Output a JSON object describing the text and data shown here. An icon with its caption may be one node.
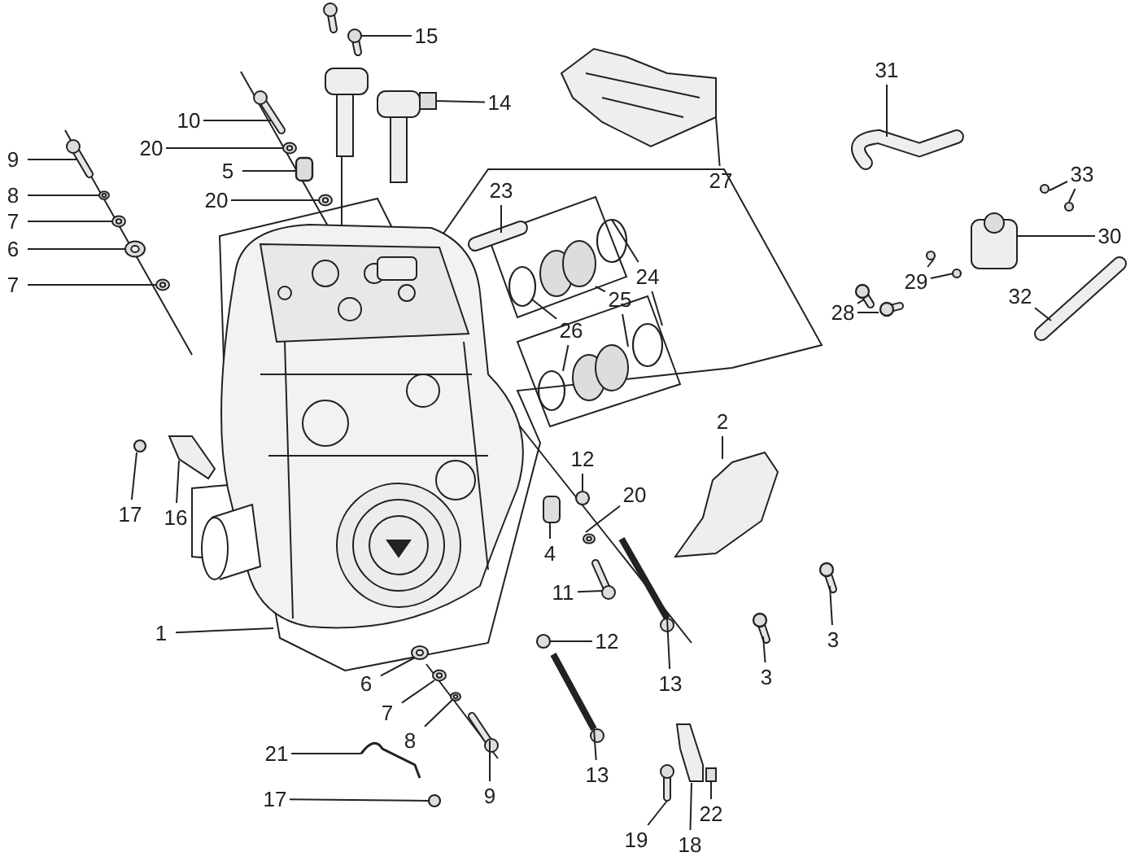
{
  "diagram": {
    "nodes": [
      {
        "text": [
          "15"
        ]
      },
      {
        "text": [
          "14"
        ]
      },
      {
        "text": [
          "10"
        ]
      },
      {
        "text": [
          "20"
        ]
      },
      {
        "text": [
          "5"
        ]
      },
      {
        "text": [
          "20"
        ]
      },
      {
        "text": [
          "9"
        ]
      },
      {
        "text": [
          "8"
        ]
      },
      {
        "text": [
          "7"
        ]
      },
      {
        "text": [
          "6"
        ]
      },
      {
        "text": [
          "7"
        ]
      },
      {
        "text": [
          "23"
        ]
      },
      {
        "text": [
          "27"
        ]
      },
      {
        "text": [
          "31"
        ]
      },
      {
        "text": [
          "33"
        ]
      },
      {
        "text": [
          "30"
        ]
      },
      {
        "text": [
          "24"
        ]
      },
      {
        "text": [
          "25"
        ]
      },
      {
        "text": [
          "26"
        ]
      },
      {
        "text": [
          "29"
        ]
      },
      {
        "text": [
          "28"
        ]
      },
      {
        "text": [
          "32"
        ]
      },
      {
        "text": [
          "2"
        ]
      },
      {
        "text": [
          "12"
        ]
      },
      {
        "text": [
          "20"
        ]
      },
      {
        "text": [
          "4"
        ]
      },
      {
        "text": [
          "11"
        ]
      },
      {
        "text": [
          "17"
        ]
      },
      {
        "text": [
          "16"
        ]
      },
      {
        "text": [
          "1"
        ]
      },
      {
        "text": [
          "3"
        ]
      },
      {
        "text": [
          "3"
        ]
      },
      {
        "text": [
          "12"
        ]
      },
      {
        "text": [
          "13"
        ]
      },
      {
        "text": [
          "6"
        ]
      },
      {
        "text": [
          "7"
        ]
      },
      {
        "text": [
          "8"
        ]
      },
      {
        "text": [
          "9"
        ]
      },
      {
        "text": [
          "13"
        ]
      },
      {
        "text": [
          "21"
        ]
      },
      {
        "text": [
          "17"
        ]
      },
      {
        "text": [
          "19"
        ]
      },
      {
        "text": [
          "18"
        ]
      },
      {
        "text": [
          "22"
        ]
      },
      {
        "text": [],
        "shape": "picture"
      },
      {
        "text": [],
        "shape": "picture"
      },
      {
        "text": [],
        "shape": "picture"
      },
      {
        "text": [],
        "shape": "picture"
      },
      {
        "text": [],
        "shape": "box"
      },
      {
        "text": [],
        "shape": "picture"
      },
      {
        "text": [],
        "shape": "picture"
      },
      {
        "text": [],
        "shape": "picture"
      },
      {
        "text": [],
        "shape": "picture"
      },
      {
        "text": [],
        "shape": "picture"
      },
      {
        "text": [],
        "shape": "picture"
      },
      {
        "text": [],
        "shape": "picture"
      },
      {
        "text": [],
        "shape": "picture"
      },
      {
        "text": [],
        "shape": "picture"
      },
      {
        "text": [],
        "shape": "circle"
      },
      {
        "text": [],
        "shape": "circle"
      },
      {
        "text": [],
        "shape": "picture"
      },
      {
        "text": [],
        "shape": "circle"
      },
      {
        "text": [],
        "shape": "circle"
      },
      {
        "text": [],
        "shape": "picture"
      },
      {
        "text": [],
        "shape": "picture"
      },
      {
        "text": [],
        "shape": "circle"
      },
      {
        "text": [],
        "shape": "circle"
      },
      {
        "text": [],
        "shape": "circle"
      },
      {
        "text": [],
        "shape": "circle"
      },
      {
        "text": [],
        "shape": "bolt"
      },
      {
        "text": [],
        "shape": "bolt"
      },
      {
        "text": [],
        "shape": "picture"
      },
      {
        "text": [],
        "shape": "picture"
      },
      {
        "text": [],
        "shape": "circle"
      },
      {
        "text": [],
        "shape": "picture"
      },
      {
        "text": [],
        "shape": "picture"
      },
      {
        "text": [],
        "shape": "picture"
      },
      {
        "text": [],
        "shape": "circle"
      },
      {
        "text": [],
        "shape": "picture"
      },
      {
        "text": [],
        "shape": "picture"
      },
      {
        "text": [],
        "shape": "bolt"
      },
      {
        "text": [],
        "shape": "bolt"
      },
      {
        "text": [],
        "shape": "circle"
      },
      {
        "text": [],
        "shape": "picture"
      },
      {
        "text": [],
        "shape": "picture"
      },
      {
        "text": [],
        "shape": "picture"
      },
      {
        "text": [],
        "shape": "picture"
      },
      {
        "text": [],
        "shape": "picture"
      },
      {
        "text": [],
        "shape": "picture"
      },
      {
        "text": [],
        "shape": "picture"
      },
      {
        "text": [],
        "shape": "circle"
      },
      {
        "text": [],
        "shape": "picture"
      },
      {
        "text": [],
        "shape": "picture"
      },
      {
        "text": [],
        "shape": "picture"
      }
    ],
    "edges": [
      {
        "from": 0,
        "to": 44,
        "arrow": "none"
      },
      {
        "from": 1,
        "to": 45,
        "arrow": "none"
      },
      {
        "from": 2,
        "to": 46,
        "arrow": "none"
      },
      {
        "from": 3,
        "to": 47,
        "arrow": "none"
      },
      {
        "from": 4,
        "to": 48,
        "arrow": "none"
      },
      {
        "from": 5,
        "to": 49,
        "arrow": "none"
      },
      {
        "from": 6,
        "to": 50,
        "arrow": "none"
      },
      {
        "from": 7,
        "to": 51,
        "arrow": "none"
      },
      {
        "from": 8,
        "to": 52,
        "arrow": "none"
      },
      {
        "from": 9,
        "to": 53,
        "arrow": "none"
      },
      {
        "from": 10,
        "to": 54,
        "arrow": "none"
      },
      {
        "from": 11,
        "to": 55,
        "arrow": "none"
      },
      {
        "from": 12,
        "to": 56,
        "arrow": "none"
      },
      {
        "from": 13,
        "to": 57,
        "arrow": "none"
      },
      {
        "from": 14,
        "to": 58,
        "arrow": "none"
      },
      {
        "from": 14,
        "to": 59,
        "arrow": "none"
      },
      {
        "from": 15,
        "to": 60,
        "arrow": "none"
      },
      {
        "from": 16,
        "to": 61,
        "arrow": "none"
      },
      {
        "from": 16,
        "to": 62,
        "arrow": "none"
      },
      {
        "from": 17,
        "to": 63,
        "arrow": "none"
      },
      {
        "from": 17,
        "to": 64,
        "arrow": "none"
      },
      {
        "from": 18,
        "to": 65,
        "arrow": "none"
      },
      {
        "from": 18,
        "to": 66,
        "arrow": "none"
      },
      {
        "from": 19,
        "to": 67,
        "arrow": "none"
      },
      {
        "from": 19,
        "to": 68,
        "arrow": "none"
      },
      {
        "from": 20,
        "to": 69,
        "arrow": "none"
      },
      {
        "from": 20,
        "to": 70,
        "arrow": "none"
      },
      {
        "from": 21,
        "to": 71,
        "arrow": "none"
      },
      {
        "from": 22,
        "to": 72,
        "arrow": "none"
      },
      {
        "from": 23,
        "to": 73,
        "arrow": "none"
      },
      {
        "from": 24,
        "to": 74,
        "arrow": "none"
      },
      {
        "from": 25,
        "to": 75,
        "arrow": "none"
      },
      {
        "from": 26,
        "to": 76,
        "arrow": "none"
      },
      {
        "from": 27,
        "to": 77,
        "arrow": "none"
      },
      {
        "from": 28,
        "to": 78,
        "arrow": "none"
      },
      {
        "from": 29,
        "to": 79,
        "arrow": "none"
      },
      {
        "from": 30,
        "to": 80,
        "arrow": "none"
      },
      {
        "from": 31,
        "to": 81,
        "arrow": "none"
      },
      {
        "from": 32,
        "to": 82,
        "arrow": "none"
      },
      {
        "from": 33,
        "to": 83,
        "arrow": "none"
      },
      {
        "from": 34,
        "to": 84,
        "arrow": "none"
      },
      {
        "from": 35,
        "to": 85,
        "arrow": "none"
      },
      {
        "from": 36,
        "to": 86,
        "arrow": "none"
      },
      {
        "from": 37,
        "to": 87,
        "arrow": "none"
      },
      {
        "from": 38,
        "to": 88,
        "arrow": "none"
      },
      {
        "from": 39,
        "to": 89,
        "arrow": "none"
      },
      {
        "from": 40,
        "to": 90,
        "arrow": "none"
      },
      {
        "from": 41,
        "to": 91,
        "arrow": "none"
      },
      {
        "from": 42,
        "to": 92,
        "arrow": "none"
      },
      {
        "from": 43,
        "to": 93,
        "arrow": "none"
      }
    ]
  }
}
